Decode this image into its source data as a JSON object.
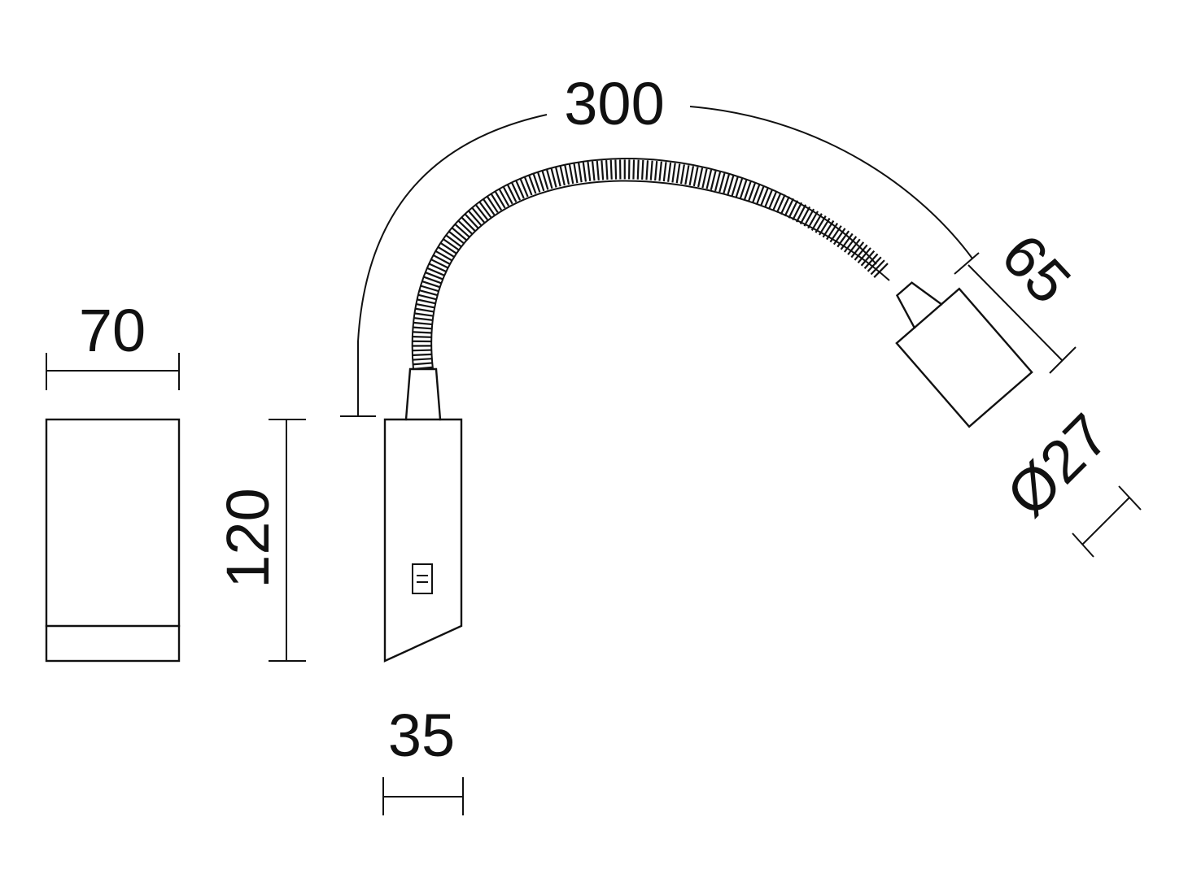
{
  "dimensions": {
    "width_front": "70",
    "height": "120",
    "depth": "35",
    "arm_length": "300",
    "head_length": "65",
    "head_diameter": "Ø27"
  }
}
